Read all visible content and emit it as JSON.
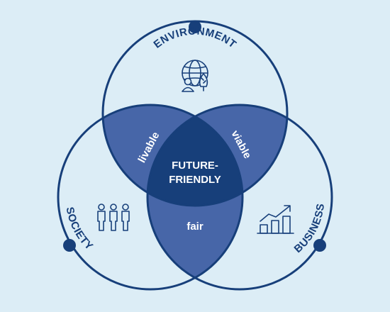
{
  "colors": {
    "background": "#dcedf6",
    "stroke": "#173f7a",
    "overlap_fill": "#4766a8",
    "center_fill": "#173f7a",
    "label": "#173f7a",
    "inner_text": "#ffffff"
  },
  "circles": {
    "environment": {
      "label": "ENVIRONMENT",
      "icon": "globe-people-tree-icon"
    },
    "society": {
      "label": "SOCIETY",
      "icon": "people-group-icon"
    },
    "business": {
      "label": "BUSINESS",
      "icon": "growth-bar-chart-icon"
    }
  },
  "overlaps": {
    "env_society": "livable",
    "env_business": "viable",
    "society_business": "fair"
  },
  "center": {
    "line1": "FUTURE-",
    "line2": "FRIENDLY"
  }
}
